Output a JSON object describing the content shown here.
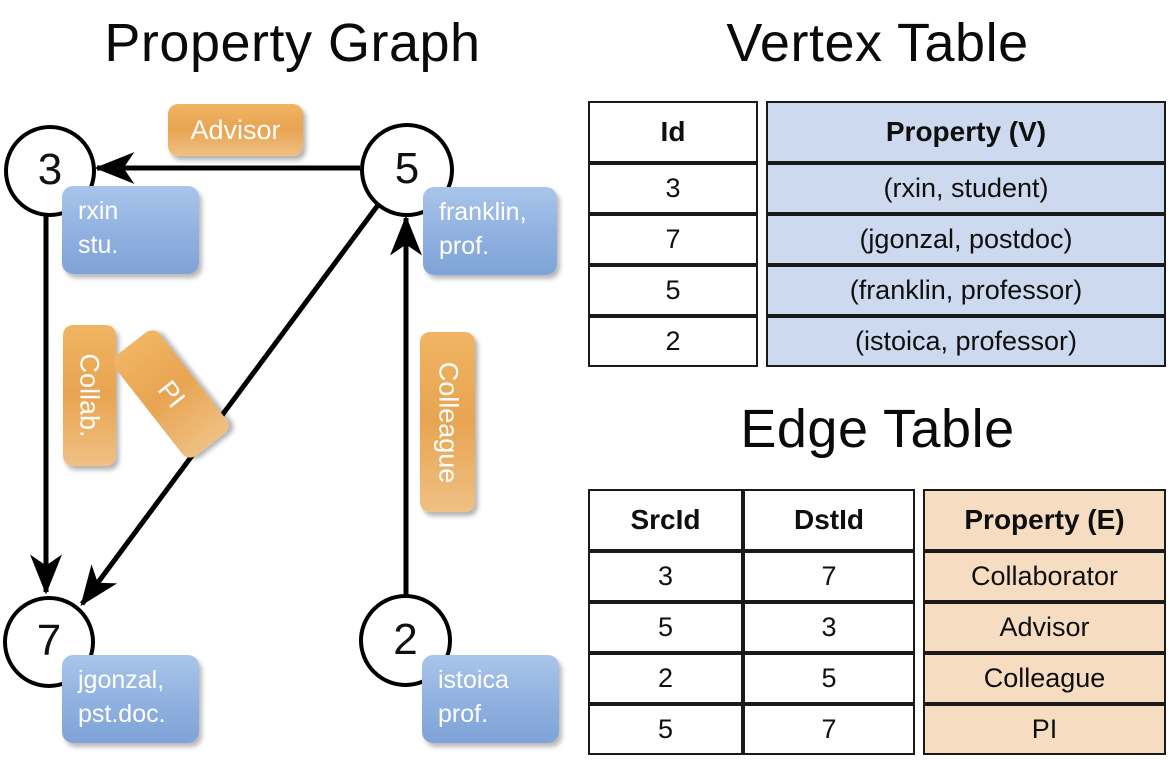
{
  "graph": {
    "title": "Property Graph",
    "nodes": [
      {
        "id": "3",
        "property": "rxin\nstu."
      },
      {
        "id": "5",
        "property": "franklin,\nprof."
      },
      {
        "id": "7",
        "property": "jgonzal,\npst.doc."
      },
      {
        "id": "2",
        "property": "istoica\nprof."
      }
    ],
    "edge_labels": [
      {
        "name": "advisor",
        "text": "Advisor"
      },
      {
        "name": "collab",
        "text": "Collab."
      },
      {
        "name": "pi",
        "text": "PI"
      },
      {
        "name": "colleague",
        "text": "Colleague"
      }
    ],
    "edges": [
      {
        "src": "5",
        "dst": "3",
        "label": "Advisor"
      },
      {
        "src": "3",
        "dst": "7",
        "label": "Collab."
      },
      {
        "src": "5",
        "dst": "7",
        "label": "PI"
      },
      {
        "src": "2",
        "dst": "5",
        "label": "Colleague"
      }
    ]
  },
  "vertex_table": {
    "title": "Vertex Table",
    "headers": [
      "Id",
      "Property (V)"
    ],
    "rows": [
      {
        "id": "3",
        "property": "(rxin, student)"
      },
      {
        "id": "7",
        "property": "(jgonzal, postdoc)"
      },
      {
        "id": "5",
        "property": "(franklin, professor)"
      },
      {
        "id": "2",
        "property": "(istoica, professor)"
      }
    ]
  },
  "edge_table": {
    "title": "Edge Table",
    "headers": [
      "SrcId",
      "DstId",
      "Property (E)"
    ],
    "rows": [
      {
        "src": "3",
        "dst": "7",
        "property": "Collaborator"
      },
      {
        "src": "5",
        "dst": "3",
        "property": "Advisor"
      },
      {
        "src": "2",
        "dst": "5",
        "property": "Colleague"
      },
      {
        "src": "5",
        "dst": "7",
        "property": "PI"
      }
    ]
  },
  "colors": {
    "vertex_property_fill": "#ccd9ee",
    "edge_property_fill": "#f6ddc2",
    "node_box_blue": "#8fb0e0",
    "edge_label_orange": "#e8a451",
    "stroke": "#000000",
    "background": "#ffffff"
  }
}
